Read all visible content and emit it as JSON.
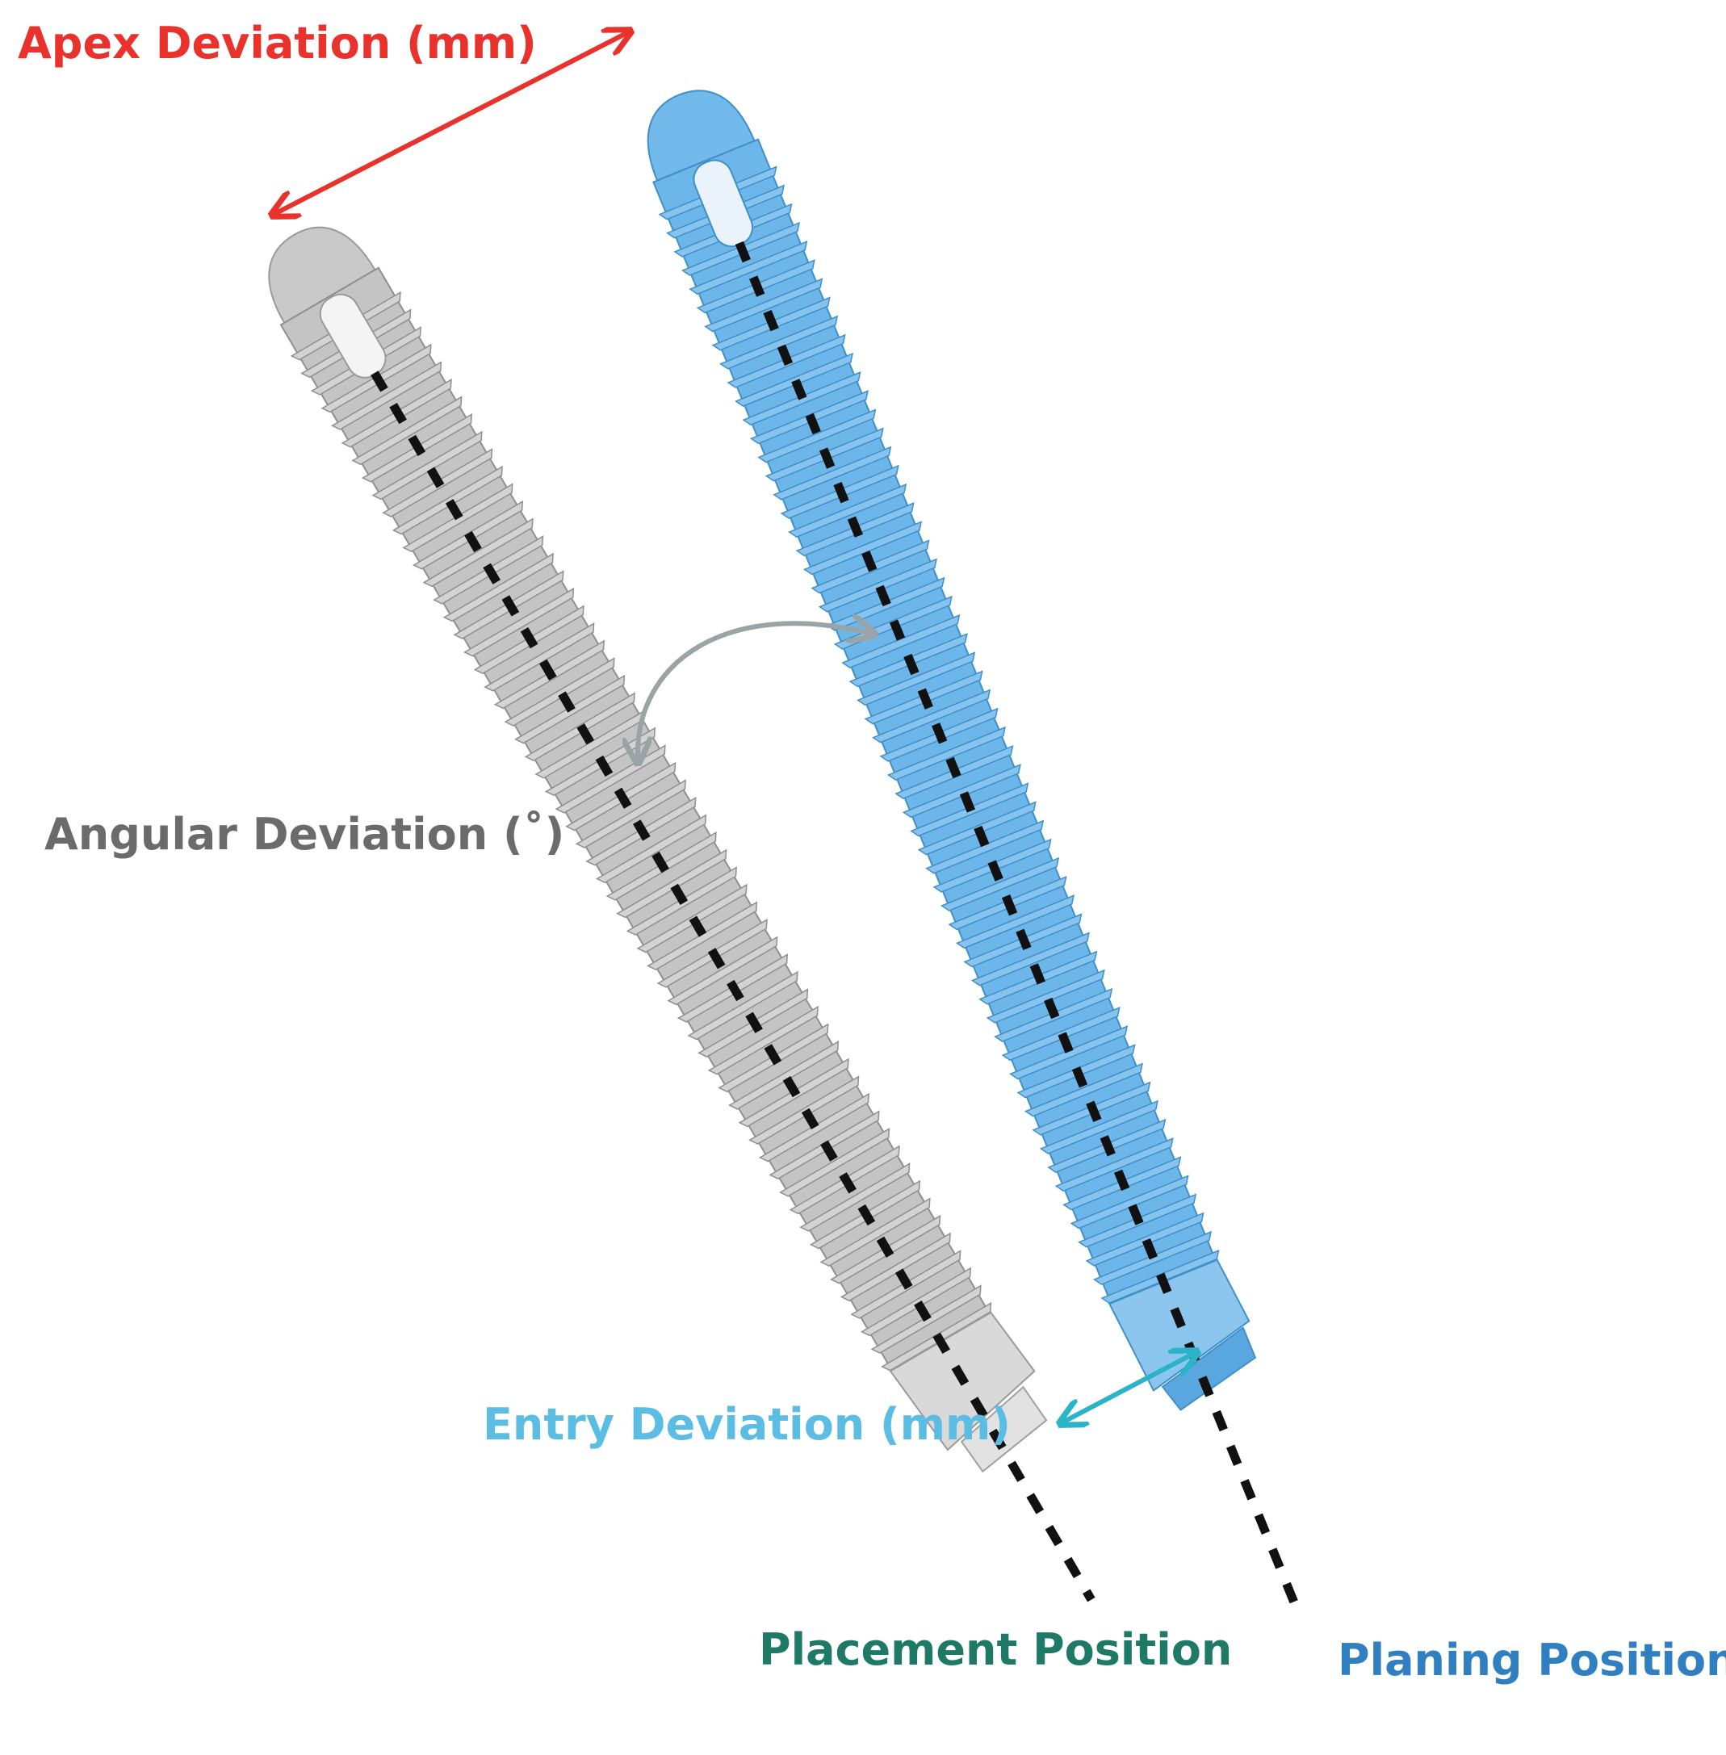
{
  "labels": {
    "apex": "Apex Deviation (mm)",
    "angular": "Angular Deviation (˚)",
    "entry": "Entry Deviation (mm)",
    "placement": "Placement Position",
    "planing": "Planing Position"
  },
  "colors": {
    "apex": "#e8322b",
    "angular": "#6b6b6b",
    "entry": "#5bbde4",
    "placement": "#1e7a66",
    "planing": "#2f7fc1",
    "gray_implant": "#c4c4c4",
    "gray_implant_dark": "#8f8f8f",
    "blue_implant": "#6db6ea",
    "blue_implant_dark": "#3f8fc8",
    "angle_arrow": "#9aa4a6",
    "entry_arrow": "#2bb4c8",
    "axis_line": "#111111"
  },
  "implants": [
    {
      "name": "placement-implant",
      "style": "gray"
    },
    {
      "name": "planing-implant",
      "style": "blue"
    }
  ]
}
